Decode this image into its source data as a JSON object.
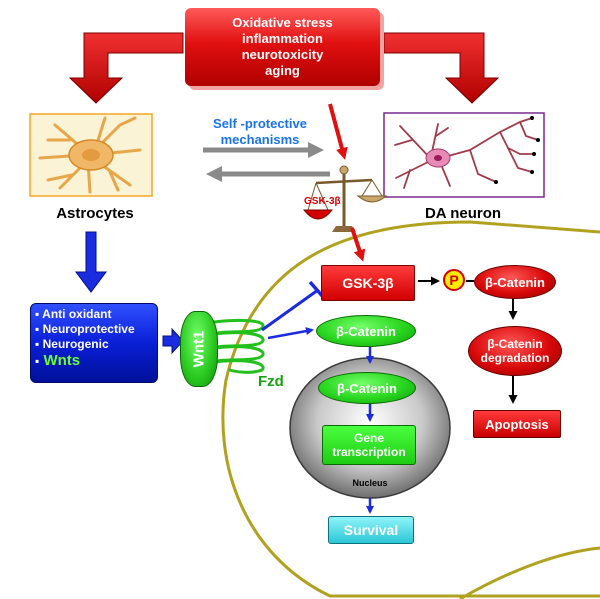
{
  "stress": {
    "lines": [
      "Oxidative stress",
      "inflammation",
      "neurotoxicity",
      "aging"
    ]
  },
  "self_protective": {
    "line1": "Self -protective",
    "line2": "mechanisms"
  },
  "astrocytes": {
    "label": "Astrocytes"
  },
  "da_neuron": {
    "label": "DA neuron"
  },
  "scale": {
    "label": "GSK-3β"
  },
  "astro_box": {
    "items": [
      "Anti oxidant",
      "Neuroprotective",
      "Neurogenic"
    ],
    "wnts": "Wnts",
    "bullet": "▪"
  },
  "receptor": {
    "wnt1": "Wnt1",
    "fzd": "Fzd"
  },
  "pathway": {
    "gsk": "GSK-3β",
    "p": "P",
    "beta_catenin": "β-Catenin",
    "degradation_line1": "β-Catenin",
    "degradation_line2": "degradation",
    "apoptosis": "Apoptosis",
    "cyto_catenin": "β-Catenin",
    "nuclear_catenin": "β-Catenin",
    "gene_line1": "Gene",
    "gene_line2": "transcription",
    "nucleus": "Nucleus",
    "survival": "Survival"
  },
  "colors": {
    "stress_red": "#d00000",
    "cell_membrane": "#b0a11f",
    "arrow_blue": "#1a2be0",
    "green": "#29d61f"
  }
}
